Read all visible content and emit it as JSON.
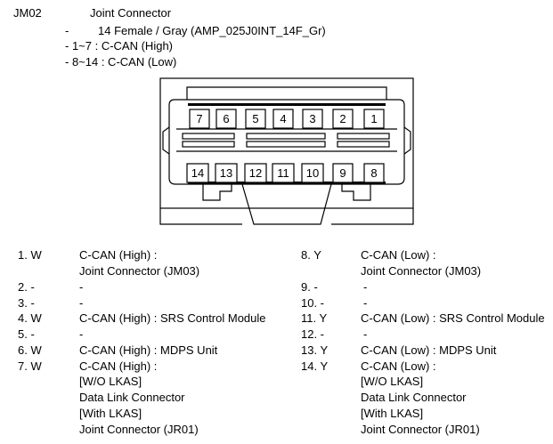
{
  "header": {
    "code": "JM02",
    "name": "Joint Connector",
    "spec_dash": "-",
    "spec": "14 Female / Gray (AMP_025J0INT_14F_Gr)",
    "notes": [
      "- 1~7 : C-CAN (High)",
      "- 8~14 : C-CAN (Low)"
    ]
  },
  "connector": {
    "top_row": [
      "7",
      "6",
      "5",
      "4",
      "3",
      "2",
      "1"
    ],
    "bottom_row": [
      "14",
      "13",
      "12",
      "11",
      "10",
      "9",
      "8"
    ]
  },
  "pins_left": [
    {
      "pin": "1. W",
      "lines": [
        "C-CAN (High) :",
        "Joint Connector (JM03)"
      ]
    },
    {
      "pin": "2. -",
      "lines": [
        "-"
      ]
    },
    {
      "pin": "3. -",
      "lines": [
        "-"
      ]
    },
    {
      "pin": "4. W",
      "lines": [
        "C-CAN (High) : SRS Control Module"
      ]
    },
    {
      "pin": "5. -",
      "lines": [
        "-"
      ]
    },
    {
      "pin": "6. W",
      "lines": [
        "C-CAN (High) : MDPS Unit"
      ]
    },
    {
      "pin": "7. W",
      "lines": [
        "C-CAN (High) :",
        "[W/O LKAS]",
        "Data Link Connector",
        "[With LKAS]",
        "Joint Connector (JR01)"
      ]
    }
  ],
  "pins_right": [
    {
      "pin": "8. Y",
      "lines": [
        "C-CAN (Low) :",
        "Joint Connector (JM03)"
      ]
    },
    {
      "pin": "9. -",
      "lines": [
        "-"
      ]
    },
    {
      "pin": "10. -",
      "lines": [
        "-"
      ]
    },
    {
      "pin": "11. Y",
      "lines": [
        "C-CAN (Low) : SRS Control Module"
      ]
    },
    {
      "pin": "12. -",
      "lines": [
        "-"
      ]
    },
    {
      "pin": "13. Y",
      "lines": [
        "C-CAN (Low) : MDPS Unit"
      ]
    },
    {
      "pin": "14. Y",
      "lines": [
        "C-CAN (Low) :",
        "[W/O LKAS]",
        "Data Link Connector",
        "[With LKAS]",
        "Joint Connector (JR01)"
      ]
    }
  ]
}
